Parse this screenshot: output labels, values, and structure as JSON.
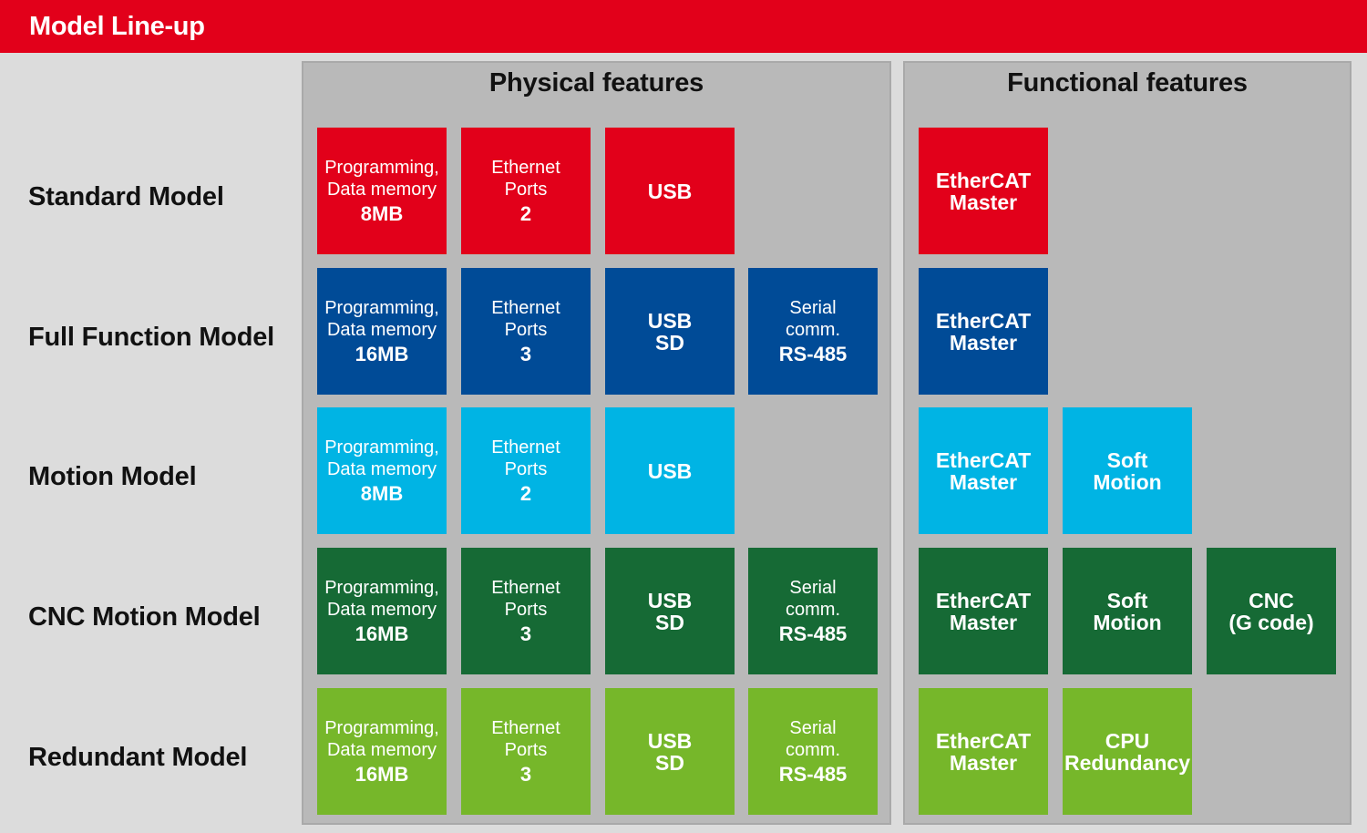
{
  "header": {
    "title": "Model Line-up"
  },
  "panels": {
    "physical": "Physical features",
    "functional": "Functional features"
  },
  "rows": [
    {
      "label": "Standard Model",
      "color": "#e2001a",
      "memory": [
        "Programming,",
        "Data memory",
        "8MB"
      ],
      "ethernet": [
        "Ethernet",
        "Ports",
        "2"
      ],
      "usb": [
        "USB"
      ],
      "serial": null,
      "ethercat": [
        "EtherCAT",
        "Master"
      ],
      "soft_motion": null,
      "extra": null
    },
    {
      "label": "Full Function Model",
      "color": "#004b97",
      "memory": [
        "Programming,",
        "Data memory",
        "16MB"
      ],
      "ethernet": [
        "Ethernet",
        "Ports",
        "3"
      ],
      "usb": [
        "USB",
        "SD"
      ],
      "serial": [
        "Serial",
        "comm.",
        "RS-485"
      ],
      "ethercat": [
        "EtherCAT",
        "Master"
      ],
      "soft_motion": null,
      "extra": null
    },
    {
      "label": "Motion Model",
      "color": "#00b4e4",
      "memory": [
        "Programming,",
        "Data memory",
        "8MB"
      ],
      "ethernet": [
        "Ethernet",
        "Ports",
        "2"
      ],
      "usb": [
        "USB"
      ],
      "serial": null,
      "ethercat": [
        "EtherCAT",
        "Master"
      ],
      "soft_motion": [
        "Soft",
        "Motion"
      ],
      "extra": null
    },
    {
      "label": "CNC Motion Model",
      "color": "#166a35",
      "memory": [
        "Programming,",
        "Data memory",
        "16MB"
      ],
      "ethernet": [
        "Ethernet",
        "Ports",
        "3"
      ],
      "usb": [
        "USB",
        "SD"
      ],
      "serial": [
        "Serial",
        "comm.",
        "RS-485"
      ],
      "ethercat": [
        "EtherCAT",
        "Master"
      ],
      "soft_motion": [
        "Soft",
        "Motion"
      ],
      "extra": [
        "CNC",
        "(G code)"
      ]
    },
    {
      "label": "Redundant Model",
      "color": "#76b72a",
      "memory": [
        "Programming,",
        "Data memory",
        "16MB"
      ],
      "ethernet": [
        "Ethernet",
        "Ports",
        "3"
      ],
      "usb": [
        "USB",
        "SD"
      ],
      "serial": [
        "Serial",
        "comm.",
        "RS-485"
      ],
      "ethercat": [
        "EtherCAT",
        "Master"
      ],
      "soft_motion": [
        "CPU",
        "Redundancy"
      ],
      "extra": null
    }
  ]
}
